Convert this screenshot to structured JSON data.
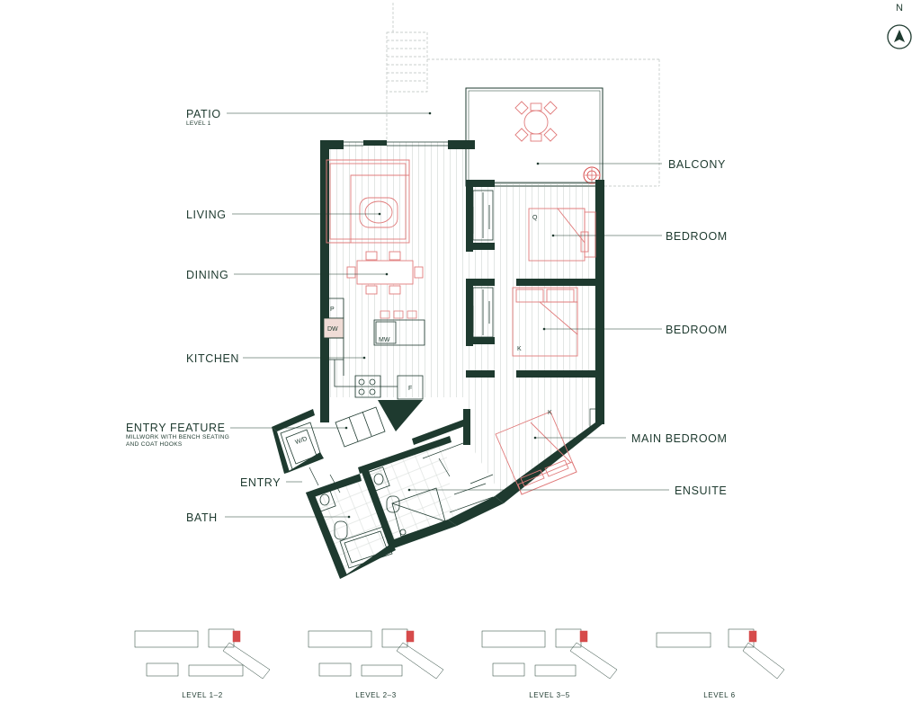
{
  "compass": {
    "label": "N"
  },
  "rooms": {
    "patio": {
      "label": "PATIO",
      "sub": "LEVEL 1"
    },
    "living": {
      "label": "LIVING"
    },
    "dining": {
      "label": "DINING"
    },
    "kitchen": {
      "label": "KITCHEN"
    },
    "entry_feature": {
      "label": "ENTRY FEATURE",
      "sub_line1": "MILLWORK WITH BENCH SEATING",
      "sub_line2": "AND COAT HOOKS"
    },
    "entry": {
      "label": "ENTRY"
    },
    "bath": {
      "label": "BATH"
    },
    "balcony": {
      "label": "BALCONY"
    },
    "bedroom_1": {
      "label": "BEDROOM"
    },
    "bedroom_2": {
      "label": "BEDROOM"
    },
    "main_bedroom": {
      "label": "MAIN BEDROOM"
    },
    "ensuite": {
      "label": "ENSUITE"
    }
  },
  "fixtures": {
    "pantry": "P",
    "dishwasher": "DW",
    "microwave": "MW",
    "fridge": "F",
    "washer_dryer": "W/D",
    "bed_queen": "Q",
    "bed_king_1": "K",
    "bed_king_2": "K"
  },
  "key_plans": [
    {
      "label": "LEVEL 1–2"
    },
    {
      "label": "LEVEL 2–3"
    },
    {
      "label": "LEVEL 3–5"
    },
    {
      "label": "LEVEL 6"
    }
  ],
  "colors": {
    "wall": "#1e3a2f",
    "furniture": "#e07b7b",
    "highlight": "#d64b4b",
    "floor_lines": "#c9cfcb"
  }
}
